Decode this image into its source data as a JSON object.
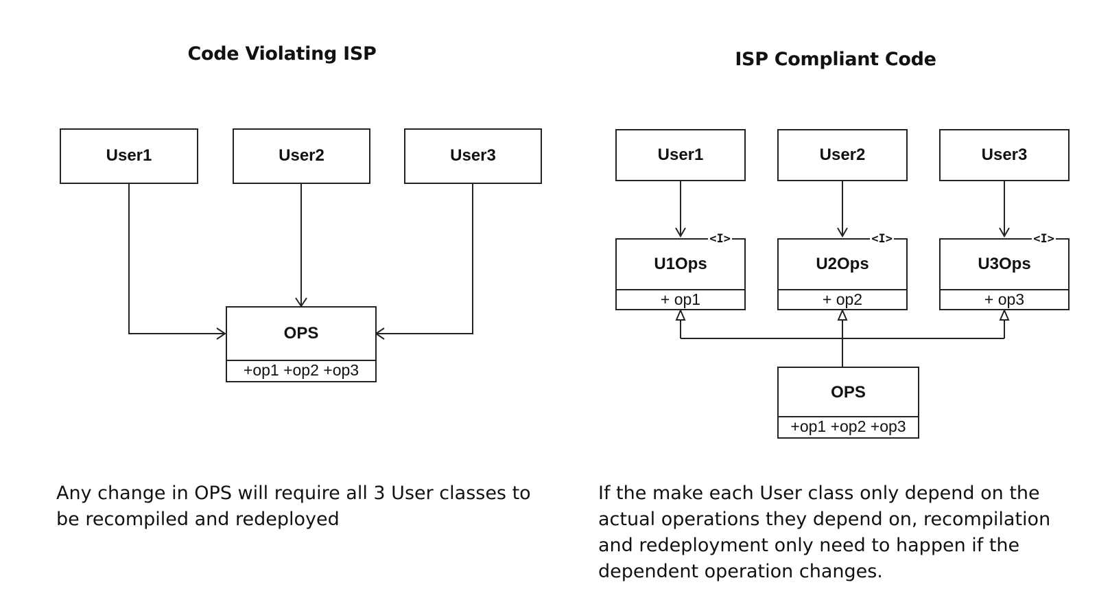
{
  "left": {
    "title": "Code Violating ISP",
    "users": [
      "User1",
      "User2",
      "User3"
    ],
    "ops": {
      "name": "OPS",
      "members": "+op1 +op2 +op3"
    },
    "caption": "Any change in OPS will require all 3 User classes to be recompiled and redeployed"
  },
  "right": {
    "title": "ISP Compliant Code",
    "users": [
      "User1",
      "User2",
      "User3"
    ],
    "interfaces": [
      {
        "stereotype": "<I>",
        "name": "U1Ops",
        "member": "+ op1"
      },
      {
        "stereotype": "<I>",
        "name": "U2Ops",
        "member": "+ op2"
      },
      {
        "stereotype": "<I>",
        "name": "U3Ops",
        "member": "+ op3"
      }
    ],
    "ops": {
      "name": "OPS",
      "members": "+op1 +op2 +op3"
    },
    "caption": "If the make each User class only depend on the actual operations they depend on, recompilation and redeployment only need to happen if the dependent operation changes."
  },
  "colors": {
    "line": "#222222",
    "text": "#111111",
    "background": "#ffffff"
  }
}
